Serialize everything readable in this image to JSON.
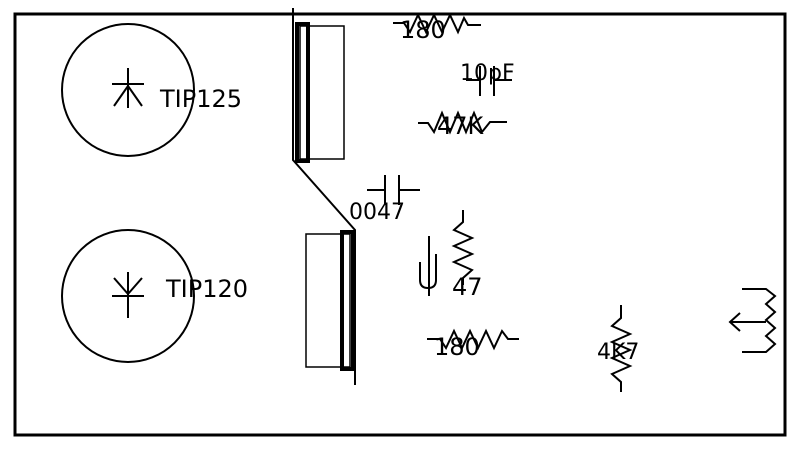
{
  "components": {
    "q1": {
      "label": "TIP125"
    },
    "q2": {
      "label": "TIP120"
    },
    "r1": {
      "label": "180"
    },
    "c1": {
      "label": "10pF"
    },
    "r2": {
      "label": "47K"
    },
    "c2": {
      "label": "0047"
    },
    "r3": {
      "label": "47"
    },
    "r4": {
      "label": "180"
    },
    "r5": {
      "label": "4K7"
    }
  },
  "colors": {
    "ink": "#000000",
    "background": "#ffffff"
  }
}
